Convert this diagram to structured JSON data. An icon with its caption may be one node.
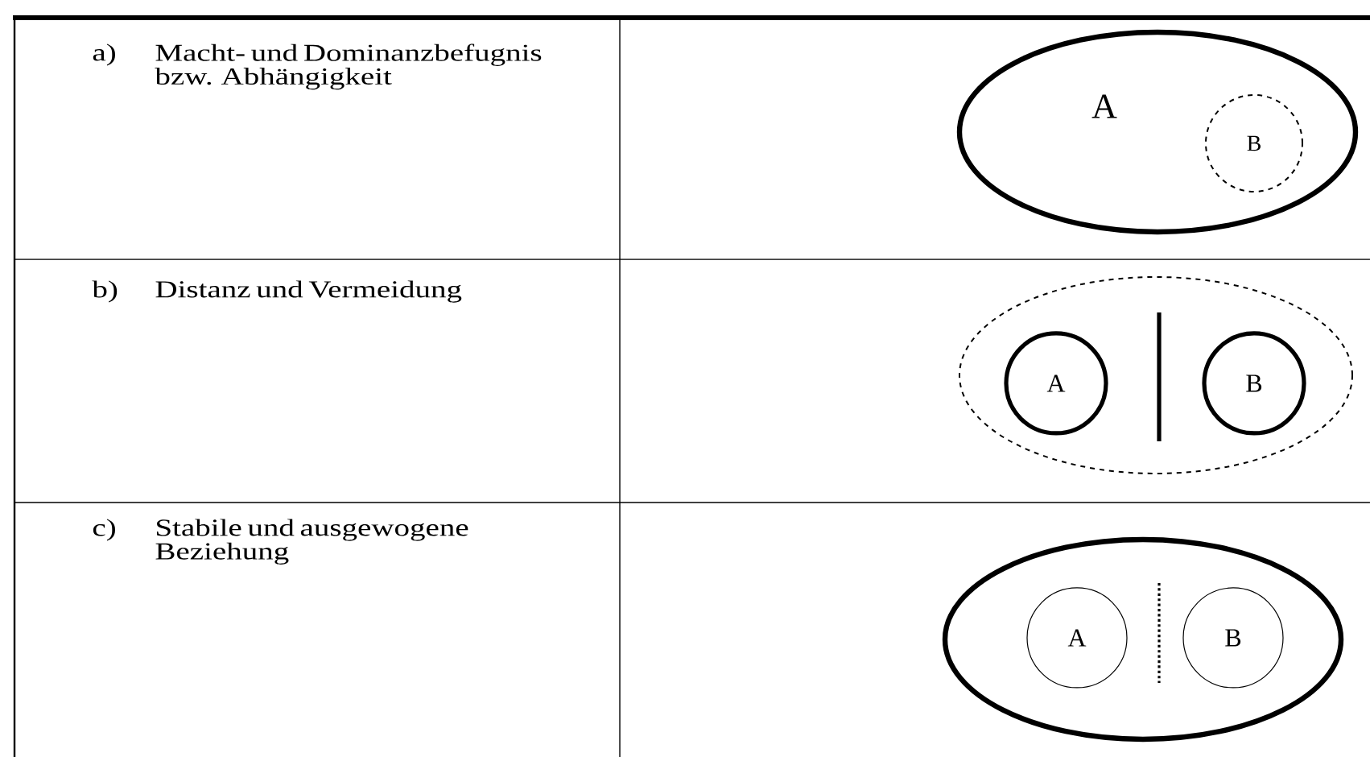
{
  "diagram": {
    "nodes": [
      {
        "text": [
          "A"
        ]
      },
      {
        "text": [
          "B"
        ],
        "in": 0
      },
      {
        "text": [],
        "shape": "ellipse"
      },
      {
        "text": [
          "A"
        ],
        "in": 2
      },
      {
        "text": [
          "B"
        ],
        "in": 2
      },
      {
        "text": [],
        "shape": "ellipse"
      },
      {
        "text": [
          "A"
        ],
        "in": 5
      },
      {
        "text": [
          "B"
        ],
        "in": 5
      }
    ],
    "edges": [],
    "labels": [
      "a)",
      "Macht- und Dominanzbefugnis bzw. Abhängigkeit",
      "b)",
      "Distanz und Vermeidung",
      "c)",
      "Stabile und ausgewogene Beziehung"
    ]
  }
}
